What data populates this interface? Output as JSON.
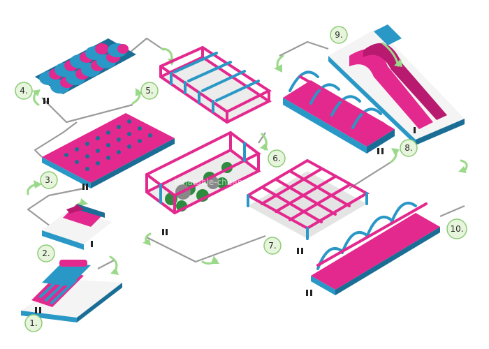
{
  "steps": [
    {
      "label": "1."
    },
    {
      "label": "2."
    },
    {
      "label": "3."
    },
    {
      "label": "4."
    },
    {
      "label": "5."
    },
    {
      "label": "6."
    },
    {
      "label": "7."
    },
    {
      "label": "8."
    },
    {
      "label": "9."
    },
    {
      "label": "10."
    }
  ],
  "watermark": "inflatable-chuanmin",
  "colors": {
    "pink": "#e3288e",
    "blue": "#2a98c6",
    "path": "#9a9a9a",
    "arrow": "#9bd98a"
  }
}
